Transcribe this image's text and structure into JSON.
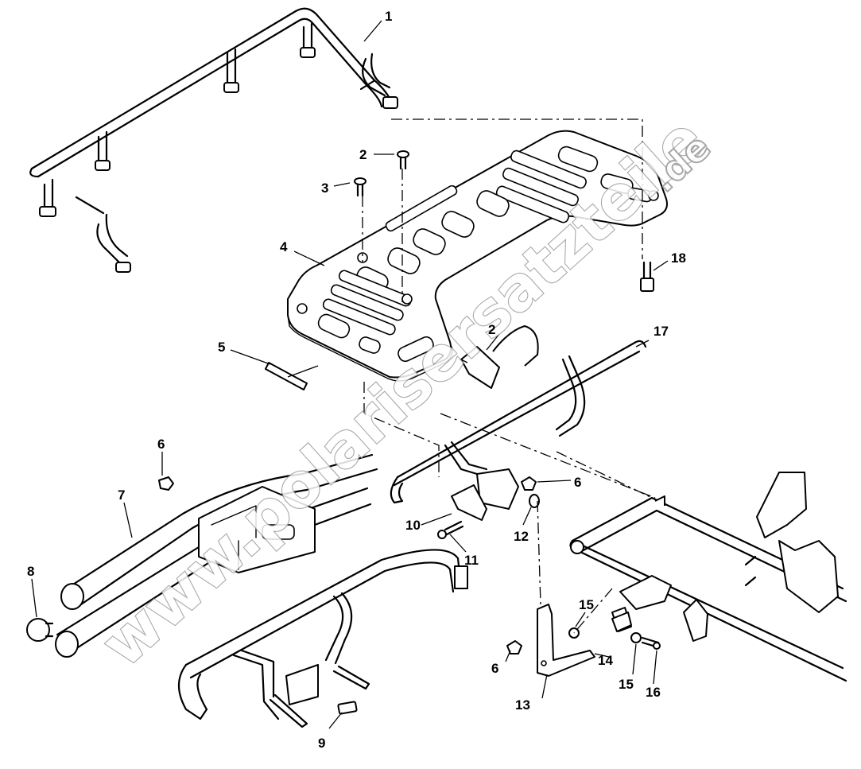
{
  "callouts": {
    "c1": "1",
    "c2a": "2",
    "c2b": "2",
    "c3": "3",
    "c4": "4",
    "c5": "5",
    "c6a": "6",
    "c6b": "6",
    "c6c": "6",
    "c7": "7",
    "c8": "8",
    "c9": "9",
    "c10": "10",
    "c11": "11",
    "c12": "12",
    "c13": "13",
    "c14": "14",
    "c15a": "15",
    "c15b": "15",
    "c16": "16",
    "c17": "17",
    "c18": "18"
  },
  "watermark": {
    "main": "www.polarisersatzteile",
    "suffix": ".de"
  }
}
